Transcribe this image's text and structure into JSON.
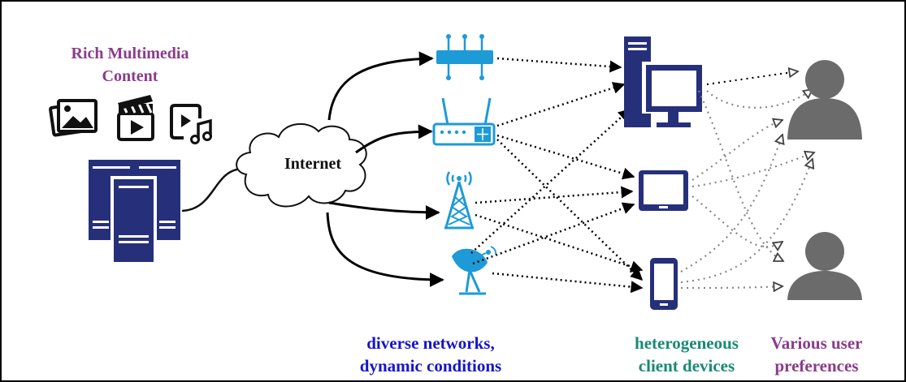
{
  "content": {
    "title_line1": "Rich Multimedia",
    "title_line2": "Content",
    "media_icons": [
      "image-gallery-icon",
      "clapperboard-icon",
      "video-music-icon"
    ],
    "server_icon": "server-stack-icon"
  },
  "cloud": {
    "label": "Internet"
  },
  "networks": {
    "icons": [
      "switch-icon",
      "wifi-router-icon",
      "cell-tower-icon",
      "satellite-dish-icon"
    ],
    "label_line1": "diverse networks,",
    "label_line2": "dynamic conditions"
  },
  "devices": {
    "icons": [
      "desktop-computer-icon",
      "tablet-icon",
      "smartphone-icon"
    ],
    "label_line1": "heterogeneous",
    "label_line2": "client devices"
  },
  "users": {
    "icons": [
      "user-icon",
      "user-icon"
    ],
    "label_line1": "Various user",
    "label_line2": "preferences"
  },
  "colors": {
    "navy": "#26307a",
    "network_blue": "#1e9ad6",
    "user_gray": "#6b6b6b",
    "content_purple": "#8b3c8b",
    "networks_blue": "#1515c9",
    "devices_teal": "#198a74"
  }
}
